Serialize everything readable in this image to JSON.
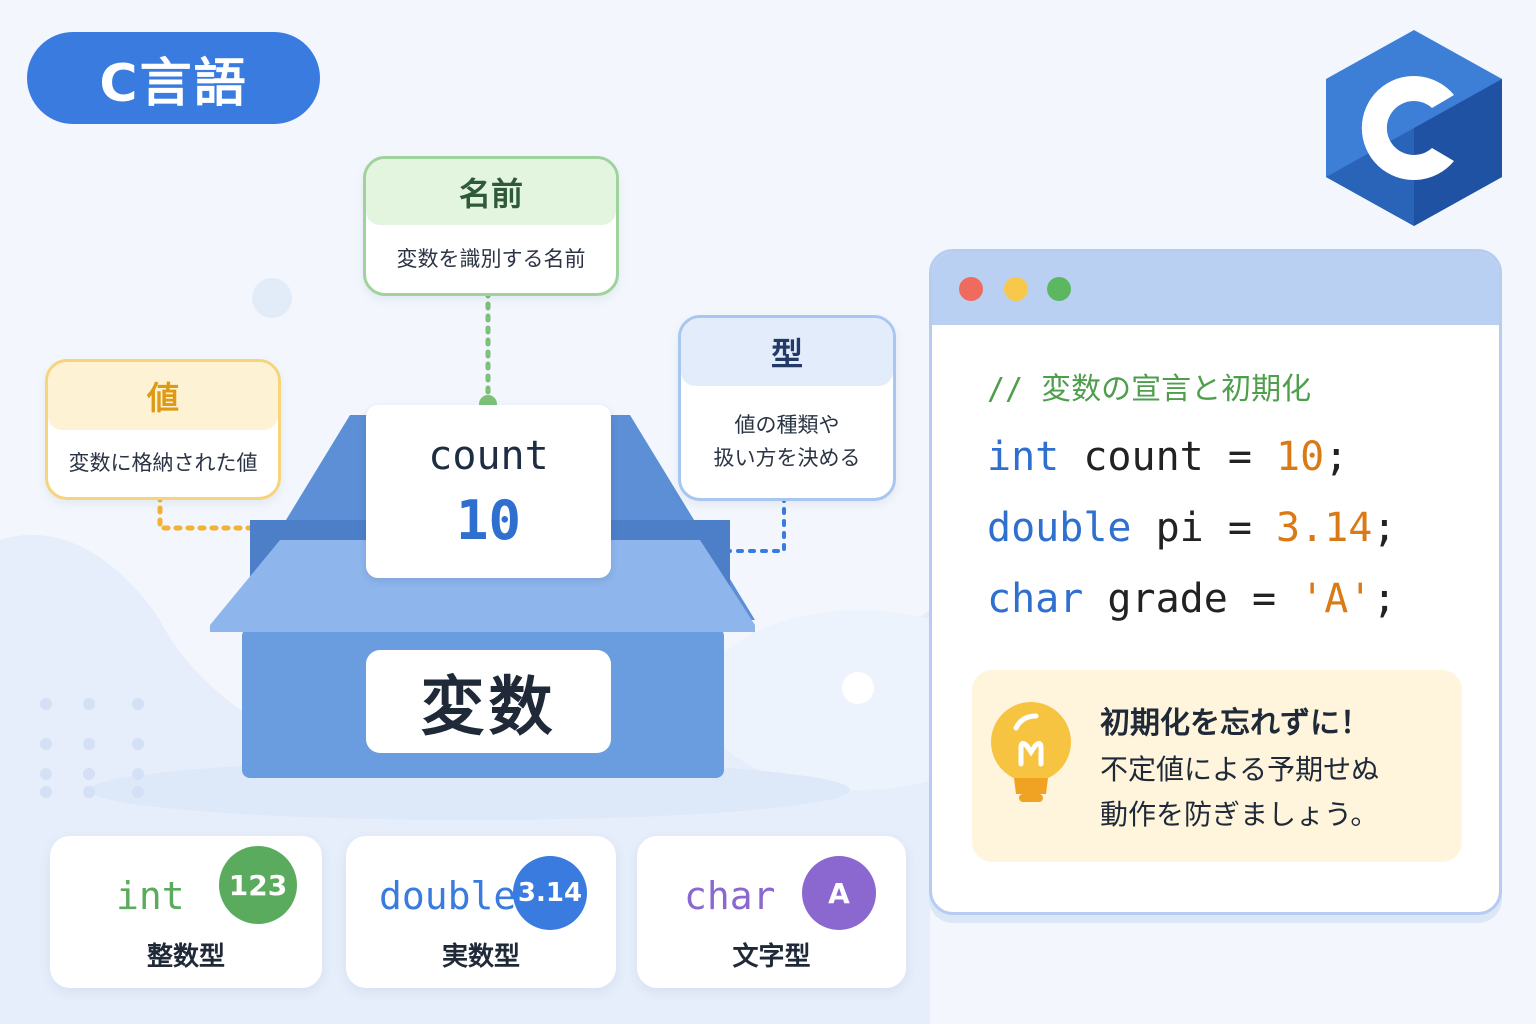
{
  "title": "C言語",
  "logo": {
    "name": "C language logo",
    "letter": "C"
  },
  "variable_box": {
    "label": "変数",
    "var_name": "count",
    "var_value": "10"
  },
  "callouts": {
    "name": {
      "title": "名前",
      "desc": "変数を識別する名前"
    },
    "value": {
      "title": "値",
      "desc": "変数に格納された値"
    },
    "type": {
      "title": "型",
      "desc_line1": "値の種類や",
      "desc_line2": "扱い方を決める"
    }
  },
  "types": [
    {
      "keyword": "int",
      "badge": "123",
      "label": "整数型",
      "color": "#5bab5e"
    },
    {
      "keyword": "double",
      "badge": "3.14",
      "label": "実数型",
      "color": "#3a7be0"
    },
    {
      "keyword": "char",
      "badge": "A",
      "label": "文字型",
      "color": "#8a68cf"
    }
  ],
  "code": {
    "comment": "// 変数の宣言と初期化",
    "lines": [
      {
        "type": "int",
        "name": "count",
        "op": "=",
        "value": "10",
        "end": ";"
      },
      {
        "type": "double",
        "name": "pi",
        "op": "=",
        "value": "3.14",
        "end": ";"
      },
      {
        "type": "char",
        "name": "grade",
        "op": "=",
        "value": "'A'",
        "end": ";"
      }
    ]
  },
  "tip": {
    "line1": "初期化を忘れずに！",
    "line2": "不定値による予期せぬ",
    "line3": "動作を防ぎましょう。"
  },
  "colors": {
    "accent": "#3a7be0",
    "green": "#5bab5e",
    "yellow": "#f2b233",
    "purple": "#8a68cf",
    "orange": "#d97a17"
  }
}
